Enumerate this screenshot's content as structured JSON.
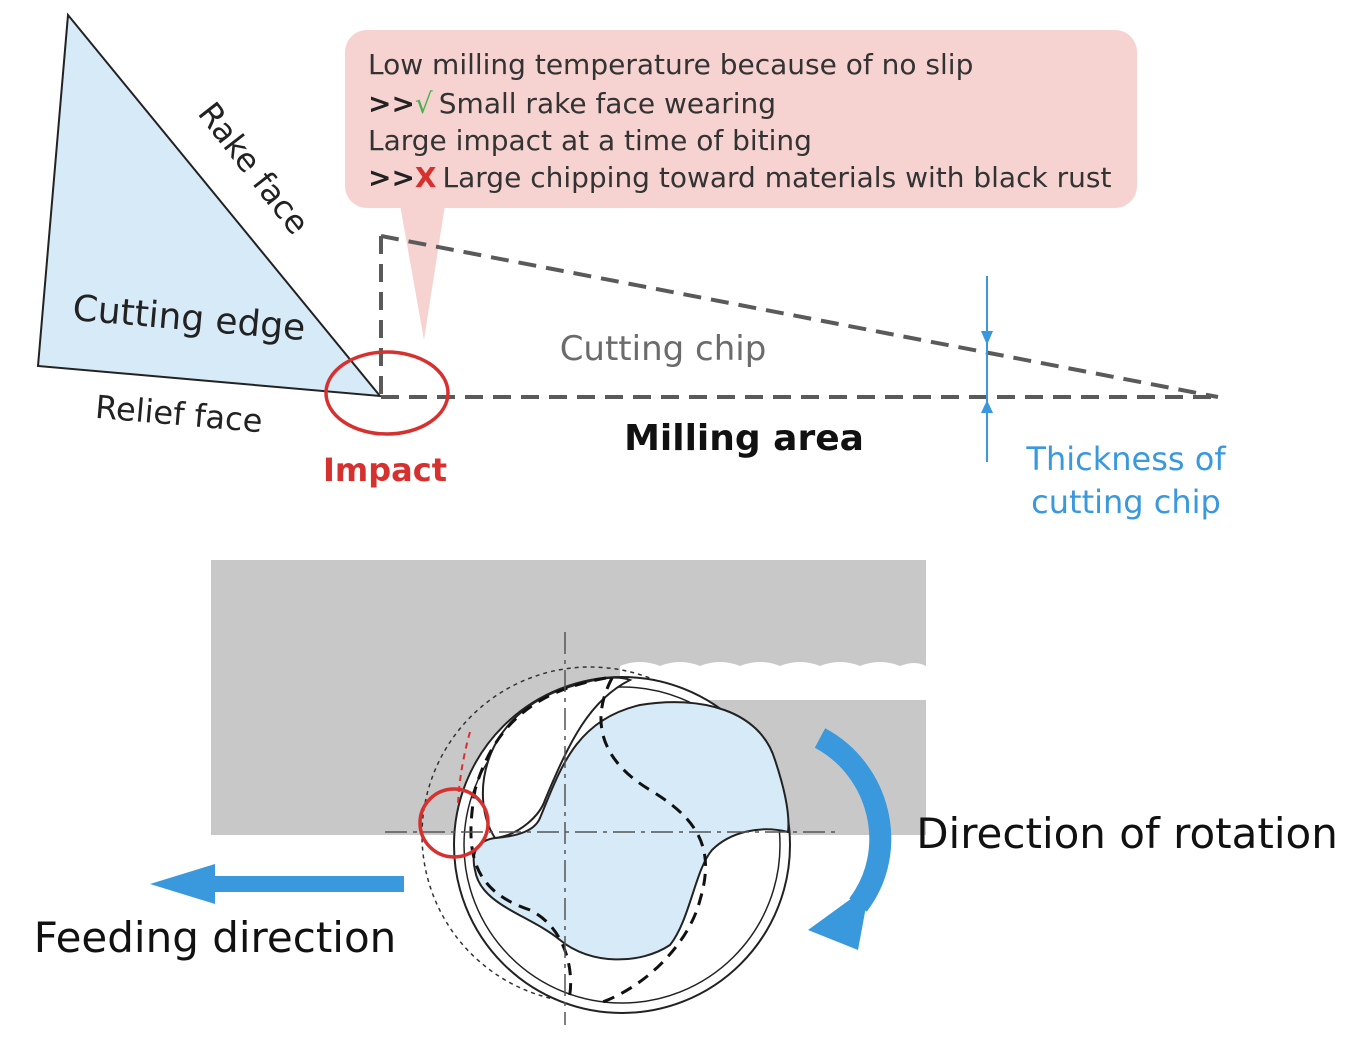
{
  "top_diagram": {
    "callout": {
      "line1": "Low milling temperature because of no slip",
      "line2_prefix": ">>",
      "line2_mark": "√",
      "line2_text": "Small rake face wearing",
      "line3": "Large impact at a time of biting",
      "line4_prefix": ">>",
      "line4_mark": "X",
      "line4_text": "Large chipping toward materials with black rust"
    },
    "labels": {
      "rake_face": "Rake face",
      "cutting_edge": "Cutting edge",
      "relief_face": "Relief face",
      "impact": "Impact",
      "cutting_chip": "Cutting chip",
      "milling_area": "Milling area",
      "thickness_line1": "Thickness of",
      "thickness_line2": "cutting chip"
    }
  },
  "bottom_diagram": {
    "labels": {
      "direction_of_rotation": "Direction of rotation",
      "feeding_direction": "Feeding direction"
    }
  },
  "colors": {
    "callout_fill": "#f6d3d1",
    "tool_fill": "#d6eaf8",
    "impact_red": "#d7312f",
    "accent_blue": "#3a98dd",
    "check_green": "#4caf50",
    "workpiece_gray": "#c8c8c8",
    "dash_gray": "#5a5a5a"
  }
}
